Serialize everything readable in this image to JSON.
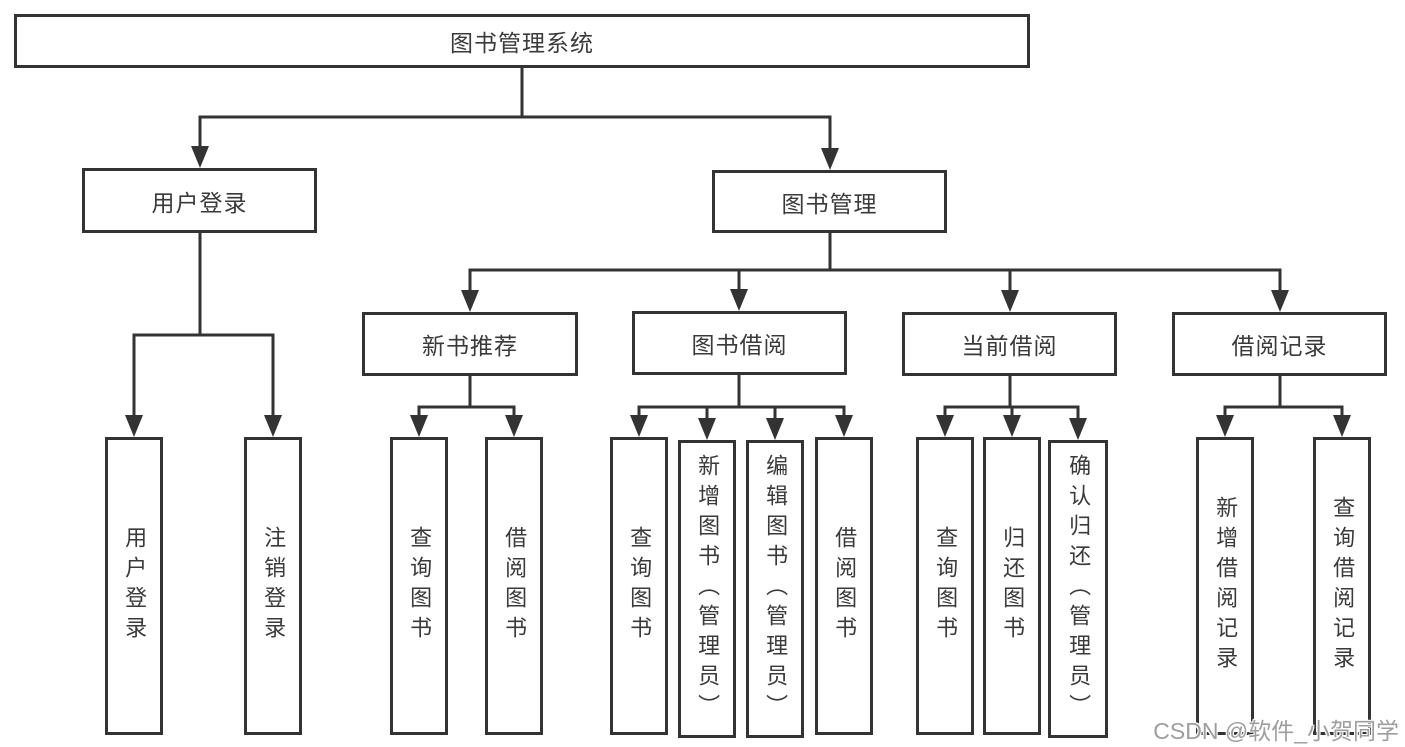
{
  "diagram": {
    "type": "hierarchy-tree",
    "colors": {
      "line": "#333333",
      "text": "#3a3a3a",
      "background": "#ffffff",
      "watermark": "#9e9e9e"
    },
    "nodes": {
      "root": "图书管理系统",
      "user_login": "用户登录",
      "book_mgmt": "图书管理",
      "new_book_rec": "新书推荐",
      "book_borrow": "图书借阅",
      "current_borrow": "当前借阅",
      "borrow_record": "借阅记录",
      "leaf_user_login": "用户登录",
      "leaf_logout": "注销登录",
      "leaf_rec_query": "查询图书",
      "leaf_rec_borrow": "借阅图书",
      "leaf_bb_query": "查询图书",
      "leaf_bb_add": "新增图书（管理员）",
      "leaf_bb_edit": "编辑图书（管理员）",
      "leaf_bb_borrow": "借阅图书",
      "leaf_cb_query": "查询图书",
      "leaf_cb_return": "归还图书",
      "leaf_cb_confirm": "确认归还（管理员）",
      "leaf_br_add": "新增借阅记录",
      "leaf_br_query": "查询借阅记录"
    }
  },
  "watermark": "CSDN @软件_小贺同学"
}
